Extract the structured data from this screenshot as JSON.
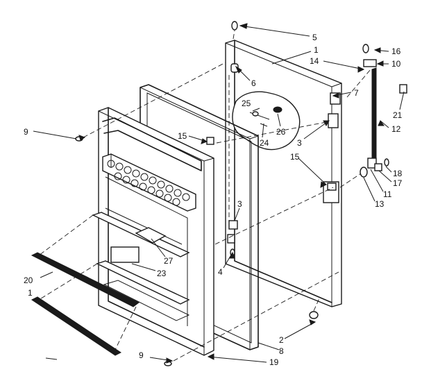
{
  "callouts": [
    {
      "id": "c1",
      "text": "1"
    },
    {
      "id": "c2",
      "text": "2"
    },
    {
      "id": "c3a",
      "text": "3"
    },
    {
      "id": "c3b",
      "text": "3"
    },
    {
      "id": "c4",
      "text": "4"
    },
    {
      "id": "c5",
      "text": "5"
    },
    {
      "id": "c6",
      "text": "6"
    },
    {
      "id": "c7",
      "text": "7"
    },
    {
      "id": "c8",
      "text": "8"
    },
    {
      "id": "c9a",
      "text": "9"
    },
    {
      "id": "c9b",
      "text": "9"
    },
    {
      "id": "c10",
      "text": "10"
    },
    {
      "id": "c11",
      "text": "11"
    },
    {
      "id": "c12",
      "text": "12"
    },
    {
      "id": "c13",
      "text": "13"
    },
    {
      "id": "c14",
      "text": "14"
    },
    {
      "id": "c15a",
      "text": "15"
    },
    {
      "id": "c15b",
      "text": "15"
    },
    {
      "id": "c16",
      "text": "16"
    },
    {
      "id": "c17",
      "text": "17"
    },
    {
      "id": "c18",
      "text": "18"
    },
    {
      "id": "c19",
      "text": "19"
    },
    {
      "id": "c20",
      "text": "20"
    },
    {
      "id": "c21",
      "text": "21"
    },
    {
      "id": "c23",
      "text": "23"
    },
    {
      "id": "c24",
      "text": "24"
    },
    {
      "id": "c25",
      "text": "25"
    },
    {
      "id": "c26",
      "text": "26"
    },
    {
      "id": "c27",
      "text": "27"
    },
    {
      "id": "c1b",
      "text": "1"
    }
  ]
}
